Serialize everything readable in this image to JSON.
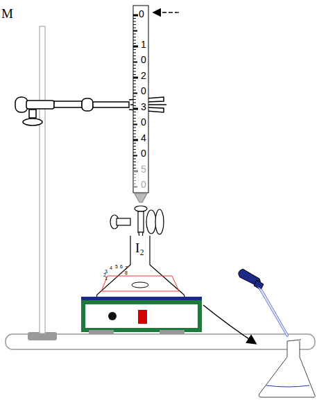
{
  "diagram": {
    "labels": [
      "M",
      "0",
      "10",
      "20",
      "30",
      "40",
      "50",
      "I₂",
      "3",
      "4",
      "5",
      "6",
      "7",
      "8",
      "2",
      "1"
    ]
  }
}
